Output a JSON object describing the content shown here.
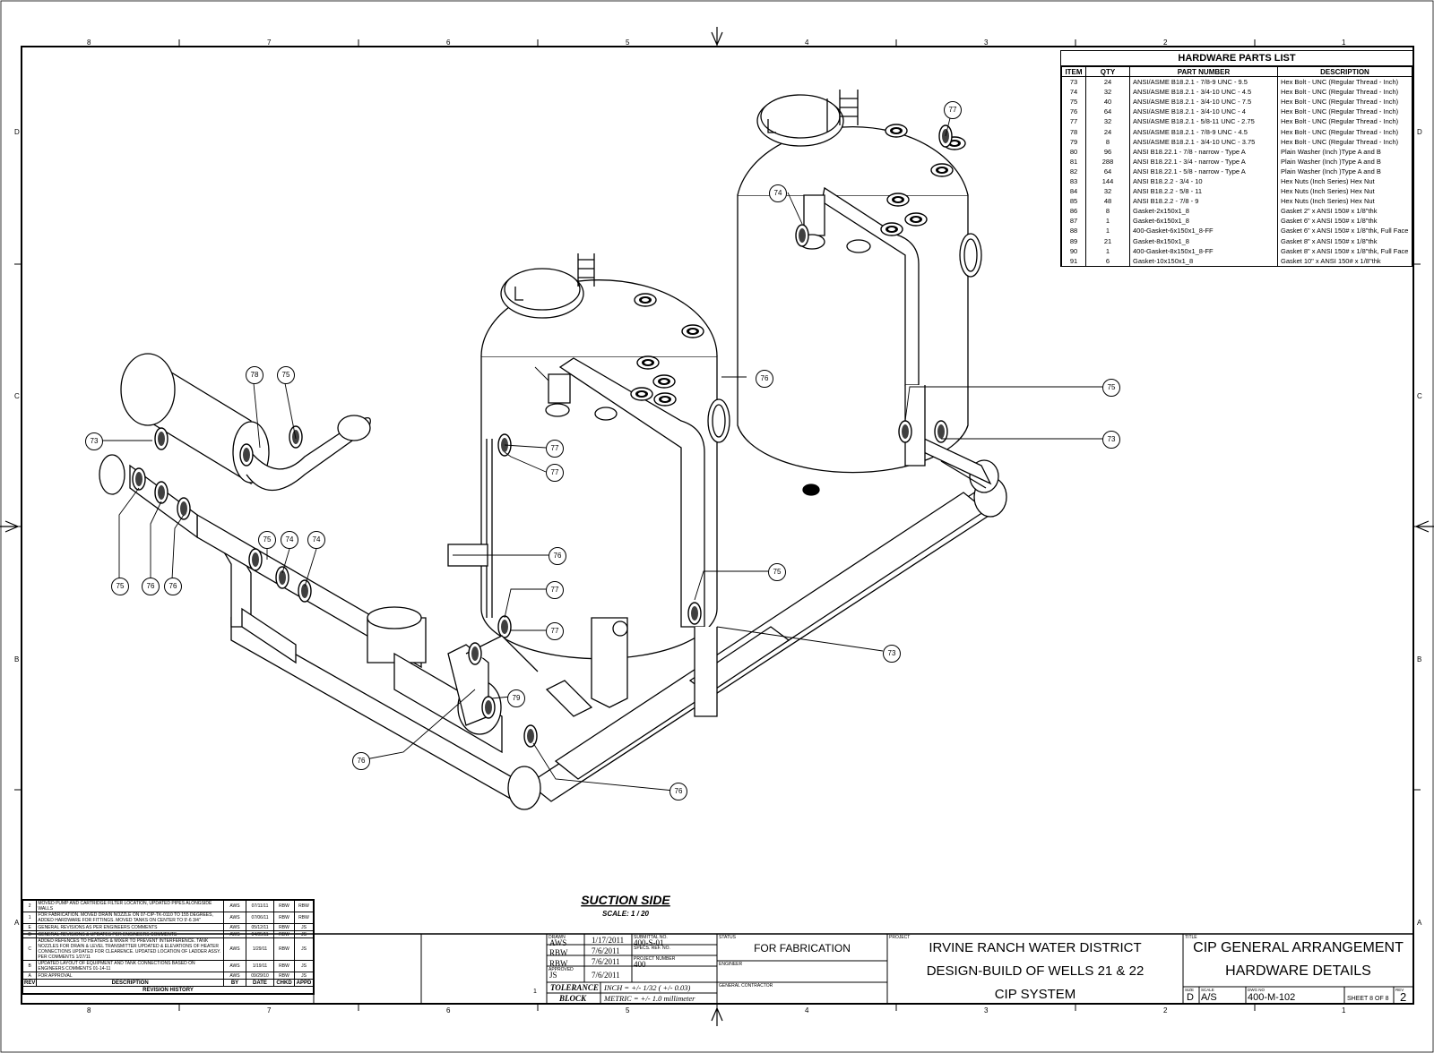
{
  "zones": {
    "top": [
      "8",
      "7",
      "6",
      "5",
      "4",
      "3",
      "2",
      "1"
    ],
    "bottom": [
      "8",
      "7",
      "6",
      "5",
      "4",
      "3",
      "2",
      "1"
    ],
    "left": [
      "D",
      "C",
      "B",
      "A"
    ],
    "right": [
      "D",
      "C",
      "B",
      "A"
    ]
  },
  "parts_list": {
    "title": "HARDWARE PARTS LIST",
    "headers": [
      "ITEM",
      "QTY",
      "PART NUMBER",
      "DESCRIPTION"
    ],
    "rows": [
      [
        "73",
        "24",
        "ANSI/ASME B18.2.1 - 7/8-9 UNC - 9.5",
        "Hex Bolt - UNC (Regular Thread - Inch)"
      ],
      [
        "74",
        "32",
        "ANSI/ASME B18.2.1 - 3/4-10 UNC - 4.5",
        "Hex Bolt - UNC (Regular Thread - Inch)"
      ],
      [
        "75",
        "40",
        "ANSI/ASME B18.2.1 - 3/4-10 UNC - 7.5",
        "Hex Bolt - UNC (Regular Thread - Inch)"
      ],
      [
        "76",
        "64",
        "ANSI/ASME B18.2.1 - 3/4-10 UNC - 4",
        "Hex Bolt - UNC (Regular Thread - Inch)"
      ],
      [
        "77",
        "32",
        "ANSI/ASME B18.2.1 - 5/8-11 UNC - 2.75",
        "Hex Bolt - UNC (Regular Thread - Inch)"
      ],
      [
        "78",
        "24",
        "ANSI/ASME B18.2.1 - 7/8-9 UNC - 4.5",
        "Hex Bolt - UNC (Regular Thread - Inch)"
      ],
      [
        "79",
        "8",
        "ANSI/ASME B18.2.1 - 3/4-10 UNC - 3.75",
        "Hex Bolt - UNC (Regular Thread - Inch)"
      ],
      [
        "80",
        "96",
        "ANSI B18.22.1 - 7/8 - narrow - Type A",
        "Plain Washer (Inch )Type A and B"
      ],
      [
        "81",
        "288",
        "ANSI B18.22.1 - 3/4 - narrow - Type A",
        "Plain Washer (Inch )Type A and B"
      ],
      [
        "82",
        "64",
        "ANSI B18.22.1 - 5/8 - narrow - Type A",
        "Plain Washer (Inch )Type A and B"
      ],
      [
        "83",
        "144",
        "ANSI B18.2.2 - 3/4 - 10",
        "Hex Nuts (Inch Series) Hex Nut"
      ],
      [
        "84",
        "32",
        "ANSI B18.2.2 - 5/8 - 11",
        "Hex Nuts (Inch Series) Hex Nut"
      ],
      [
        "85",
        "48",
        "ANSI B18.2.2 - 7/8 - 9",
        "Hex Nuts (Inch Series) Hex Nut"
      ],
      [
        "86",
        "8",
        "Gasket-2x150x1_8",
        "Gasket 2\" x ANSI 150# x 1/8\"thk"
      ],
      [
        "87",
        "1",
        "Gasket-6x150x1_8",
        "Gasket 6\" x ANSI 150# x 1/8\"thk"
      ],
      [
        "88",
        "1",
        "400-Gasket-6x150x1_8-FF",
        "Gasket 6\" x ANSI 150# x 1/8\"thk, Full Face"
      ],
      [
        "89",
        "21",
        "Gasket-8x150x1_8",
        "Gasket 8\" x ANSI 150# x 1/8\"thk"
      ],
      [
        "90",
        "1",
        "400-Gasket-8x150x1_8-FF",
        "Gasket 8\" x ANSI 150# x 1/8\"thk, Full Face"
      ],
      [
        "91",
        "6",
        "Gasket-10x150x1_8",
        "Gasket 10\" x ANSI 150# x 1/8\"thk"
      ]
    ]
  },
  "callouts": [
    "77",
    "74",
    "75",
    "73",
    "78",
    "75",
    "76",
    "77",
    "77",
    "76",
    "77",
    "77",
    "75",
    "76",
    "76",
    "75",
    "74",
    "74",
    "75",
    "73",
    "79",
    "76",
    "76"
  ],
  "view": {
    "title": "SUCTION SIDE",
    "scale": "SCALE: 1 / 20"
  },
  "revisions": {
    "rows": [
      [
        "2",
        "MOVED PUMP AND CARTRIDGE FILTER LOCATION, UPDATED PIPES ALONGSIDE WALLS",
        "AWS",
        "07/11/11",
        "RBW",
        "RBW"
      ],
      [
        "1",
        "FOR FABRICATION. MOVED DRAIN NOZZLE ON 07-CIP-TK-0110 TO 155 DEGREES, ADDED HARDWARE FOR FITTINGS. MOVED TANKS ON CENTER TO 9'-6 3/4\"",
        "AWS",
        "07/06/11",
        "RBW",
        "RBW"
      ],
      [
        "E",
        "GENERAL REVISIONS AS PER ENGINEERS COMMENTS",
        "AWS",
        "05/12/11",
        "RBW",
        "JS"
      ],
      [
        "D",
        "GENERAL REVISIONS & UPDATES PER ENGINEERS COMMENTS",
        "AWS",
        "04/05/11",
        "RBW",
        "JS"
      ],
      [
        "C",
        "ADDED REFENCES TO HEATERS & MIXER TO PREVENT INTERFERENCE. TANK NOZZLES FOR DRAIN & LEVEL TRANSMITTER UPDATED & ELEVATIONS OF HEATER CONNECTIONS UPDATED FOR CLEARENCE. UPDATED LOCATION OF LADDER ASSY. PER COMMENTS 1/27/11",
        "AWS",
        "1/29/11",
        "RBW",
        "JS"
      ],
      [
        "B",
        "UPDATED LAYOUT OF EQUIPMENT AND TANK CONNECTIONS BASED ON ENGINEERS COMMENTS 01-14-11",
        "AWS",
        "1/19/11",
        "RBW",
        "JS"
      ],
      [
        "A",
        "FOR APPROVAL",
        "AWS",
        "09/29/10",
        "RBW",
        "JS"
      ]
    ],
    "headers": [
      "REV",
      "DESCRIPTION",
      "BY",
      "DATE",
      "CHKD",
      "APPD"
    ],
    "footer": "REVISION HISTORY"
  },
  "titleblock": {
    "drawn_label": "DRAWN",
    "drawn_by": "AWS",
    "drawn_date": "1/17/2011",
    "checked_by": "RBW",
    "checked_date": "7/6/2011",
    "engr_by": "RBW",
    "engr_date": "7/6/2011",
    "approved_label": "APPROVED",
    "approved_by": "JS",
    "approved_date": "7/6/2011",
    "submittal_label": "SUBMITTAL NO.",
    "submittal_no": "400-S-01",
    "spec_label": "SPECS. REF. NO.",
    "project_label": "PROJECT NUMBER",
    "project_no": "400",
    "tolerance": "TOLERANCE",
    "block": "BLOCK",
    "inch_tol": "INCH = +/- 1/32 ( +/- 0.03)",
    "metric_tol": "METRIC = +/- 1.0 millimeter",
    "status_label": "STATUS",
    "status": "FOR FABRICATION",
    "engineer_label": "ENGINEER",
    "gc_label": "GENERAL CONTRACTOR",
    "project_field": "PROJECT",
    "client": "IRVINE RANCH WATER DISTRICT",
    "project": "DESIGN-BUILD OF WELLS 21 & 22",
    "system": "CIP SYSTEM",
    "title_label": "TITLE",
    "title1": "CIP GENERAL ARRANGEMENT",
    "title2": "HARDWARE DETAILS",
    "size_label": "SIZE",
    "size": "D",
    "scale_label": "SCALE",
    "scale": "A/S",
    "dwg_label": "DWG NO",
    "dwg_no": "400-M-102",
    "sheet": "SHEET 8  OF 8",
    "rev_label": "REV",
    "rev": "2",
    "one": "1"
  }
}
